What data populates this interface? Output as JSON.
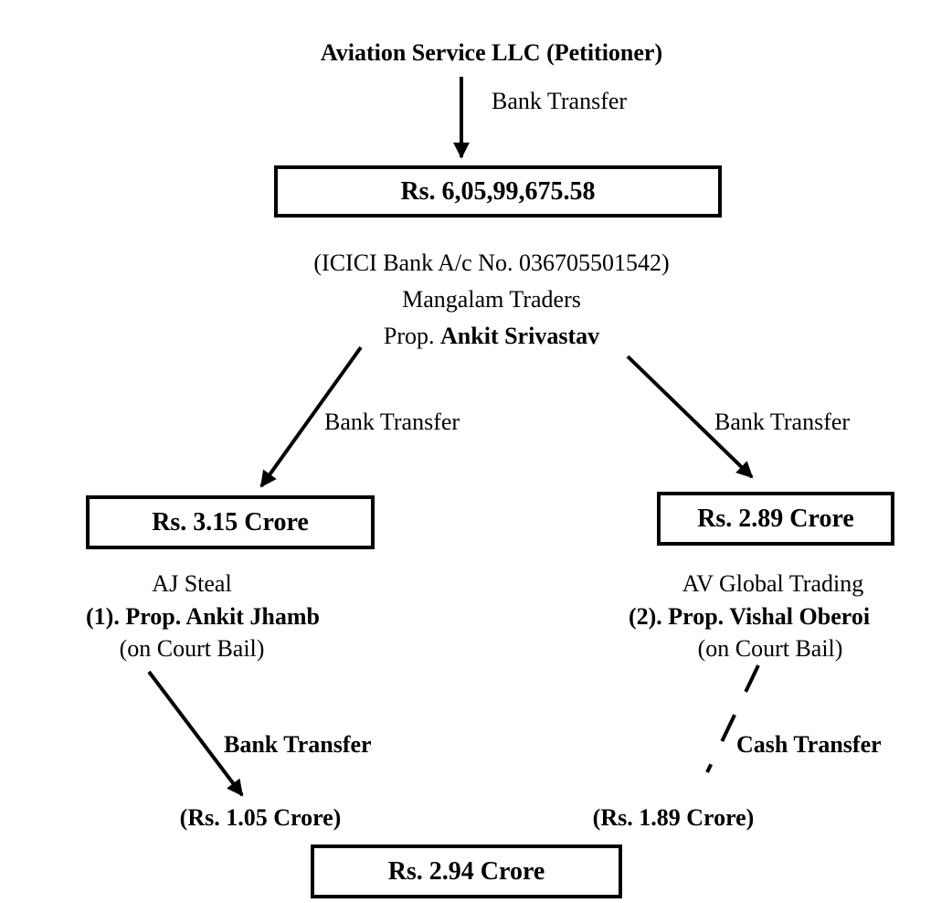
{
  "source": {
    "name": "Aviation Service LLC (Petitioner)"
  },
  "transfers": {
    "top": "Bank Transfer",
    "left": "Bank Transfer",
    "right": "Bank Transfer",
    "bottom_left": "Bank Transfer",
    "bottom_right": "Cash Transfer"
  },
  "main_amount": "Rs. 6,05,99,675.58",
  "account": {
    "bank_line": "(ICICI Bank A/c No. 036705501542)",
    "firm": "Mangalam Traders",
    "prop_prefix": "Prop. ",
    "prop_name": "Ankit Srivastav"
  },
  "left_branch": {
    "amount": "Rs. 3.15 Crore",
    "firm": "AJ Steal",
    "prop": "(1). Prop. Ankit Jhamb",
    "status": "(on Court Bail)",
    "forwarded": "(Rs. 1.05 Crore)"
  },
  "right_branch": {
    "amount": "Rs. 2.89 Crore",
    "firm": "AV Global Trading",
    "prop": "(2). Prop. Vishal Oberoi",
    "status": "(on Court Bail)",
    "forwarded": "(Rs. 1.89 Crore)"
  },
  "total": "Rs. 2.94 Crore"
}
